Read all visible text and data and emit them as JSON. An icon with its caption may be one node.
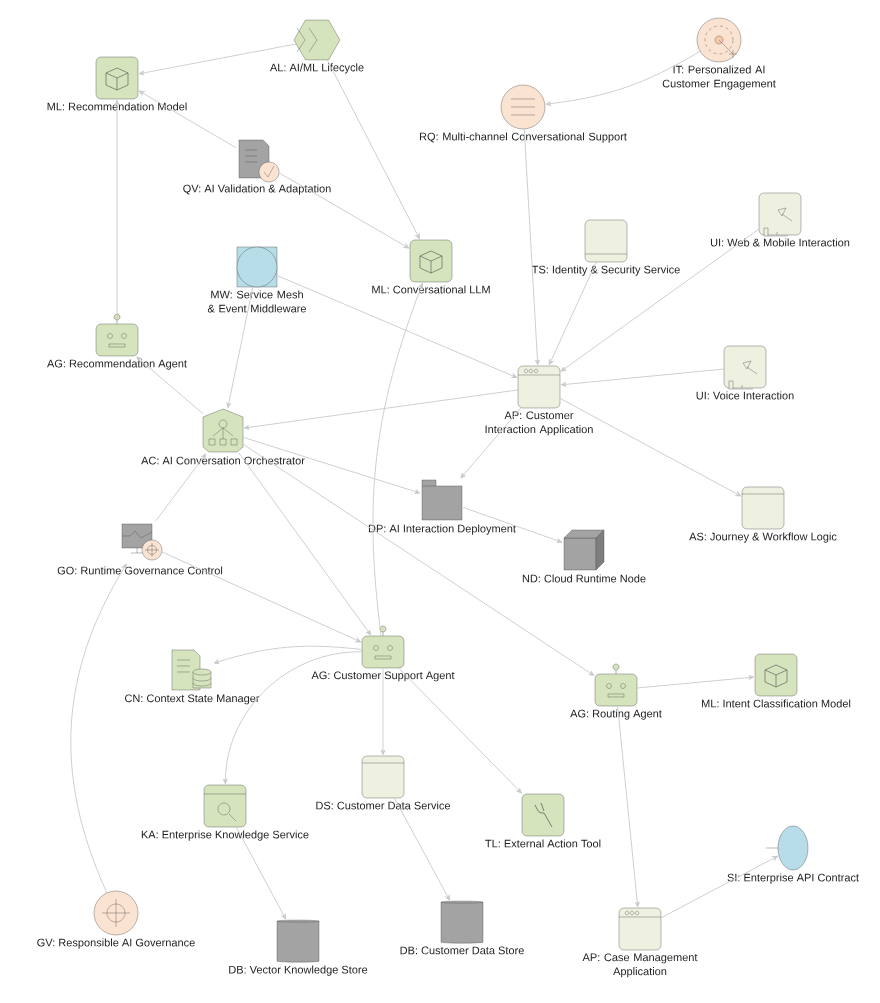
{
  "diagram": {
    "nodes": [
      {
        "text": [
          "ML: Recommendation Model"
        ]
      },
      {
        "text": [
          "AL: AI/ML Lifecycle"
        ]
      },
      {
        "text": [
          "IT: Personalized AI Customer Engagement"
        ]
      },
      {
        "text": [
          "RQ: Multi-channel Conversational Support"
        ]
      },
      {
        "text": [
          "QV: AI Validation & Adaptation"
        ]
      },
      {
        "text": [
          "ML: Conversational LLM"
        ]
      },
      {
        "text": [
          "TS: Identity & Security Service"
        ]
      },
      {
        "text": [
          "UI: Web & Mobile Interaction"
        ]
      },
      {
        "text": [
          "MW: Service Mesh & Event Middleware"
        ]
      },
      {
        "text": [
          "AG: Recommendation Agent"
        ]
      },
      {
        "text": [
          "AP: Customer Interaction Application"
        ]
      },
      {
        "text": [
          "UI: Voice Interaction"
        ]
      },
      {
        "text": [
          "AC: AI Conversation Orchestrator"
        ]
      },
      {
        "text": [
          "DP: AI Interaction Deployment"
        ]
      },
      {
        "text": [
          "AS: Journey & Workflow Logic"
        ]
      },
      {
        "text": [
          "GO: Runtime Governance Control"
        ]
      },
      {
        "text": [
          "ND: Cloud Runtime Node"
        ]
      },
      {
        "text": [
          "AG: Customer Support Agent"
        ]
      },
      {
        "text": [
          "CN: Context State Manager"
        ]
      },
      {
        "text": [
          "AG: Routing Agent"
        ]
      },
      {
        "text": [
          "ML: Intent Classification Model"
        ]
      },
      {
        "text": [
          "DS: Customer Data Service"
        ]
      },
      {
        "text": [
          "KA: Enterprise Knowledge Service"
        ]
      },
      {
        "text": [
          "TL: External Action Tool"
        ]
      },
      {
        "text": [
          "SI: Enterprise API Contract"
        ]
      },
      {
        "text": [
          "GV: Responsible AI Governance"
        ]
      },
      {
        "text": [
          "DB: Customer Data Store"
        ]
      },
      {
        "text": [
          "AP: Case Management Application"
        ]
      },
      {
        "text": [
          "DB: Vector Knowledge Store"
        ]
      }
    ],
    "edges": [
      {
        "from": 1,
        "to": 0,
        "arrow": "to"
      },
      {
        "from": 4,
        "to": 0,
        "arrow": "to"
      },
      {
        "from": 9,
        "to": 0,
        "arrow": "to"
      },
      {
        "from": 1,
        "to": 5,
        "arrow": "to"
      },
      {
        "from": 4,
        "to": 5,
        "arrow": "to"
      },
      {
        "from": 2,
        "to": 3,
        "arrow": "to"
      },
      {
        "from": 3,
        "to": 10,
        "arrow": "to"
      },
      {
        "from": 6,
        "to": 10,
        "arrow": "to"
      },
      {
        "from": 7,
        "to": 10,
        "arrow": "to"
      },
      {
        "from": 8,
        "to": 10,
        "arrow": "to"
      },
      {
        "from": 11,
        "to": 10,
        "arrow": "to"
      },
      {
        "from": 10,
        "to": 12,
        "arrow": "to"
      },
      {
        "from": 10,
        "to": 13,
        "arrow": "to"
      },
      {
        "from": 10,
        "to": 14,
        "arrow": "to"
      },
      {
        "from": 8,
        "to": 12,
        "arrow": "to"
      },
      {
        "from": 12,
        "to": 9,
        "arrow": "to"
      },
      {
        "from": 12,
        "to": 13,
        "arrow": "to"
      },
      {
        "from": 12,
        "to": 17,
        "arrow": "to"
      },
      {
        "from": 12,
        "to": 19,
        "arrow": "to"
      },
      {
        "from": 15,
        "to": 12,
        "arrow": "to"
      },
      {
        "from": 15,
        "to": 17,
        "arrow": "to"
      },
      {
        "from": 25,
        "to": 15,
        "arrow": "to"
      },
      {
        "from": 13,
        "to": 16,
        "arrow": "to"
      },
      {
        "from": 17,
        "to": 5,
        "arrow": "to"
      },
      {
        "from": 17,
        "to": 18,
        "arrow": "to"
      },
      {
        "from": 17,
        "to": 22,
        "arrow": "to"
      },
      {
        "from": 17,
        "to": 21,
        "arrow": "to"
      },
      {
        "from": 17,
        "to": 23,
        "arrow": "to"
      },
      {
        "from": 21,
        "to": 26,
        "arrow": "to"
      },
      {
        "from": 22,
        "to": 28,
        "arrow": "to"
      },
      {
        "from": 19,
        "to": 20,
        "arrow": "to"
      },
      {
        "from": 19,
        "to": 27,
        "arrow": "to"
      },
      {
        "from": 27,
        "to": 24,
        "arrow": "to"
      }
    ]
  }
}
